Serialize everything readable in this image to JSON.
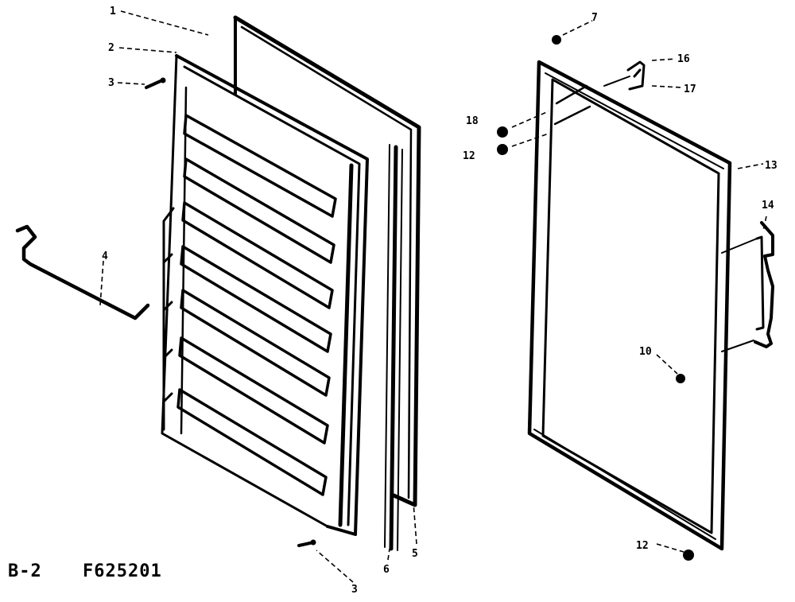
{
  "diagram": {
    "callouts": {
      "c1": "1",
      "c2": "2",
      "c3a": "3",
      "c4": "4",
      "c5": "5",
      "c6": "6",
      "c3b": "3",
      "c7": "7",
      "c16": "16",
      "c17": "17",
      "c18": "18",
      "c12a": "12",
      "c13": "13",
      "c14": "14",
      "c10": "10",
      "c12b": "12"
    },
    "caption": {
      "section": "B-2",
      "code": "F625201"
    }
  }
}
